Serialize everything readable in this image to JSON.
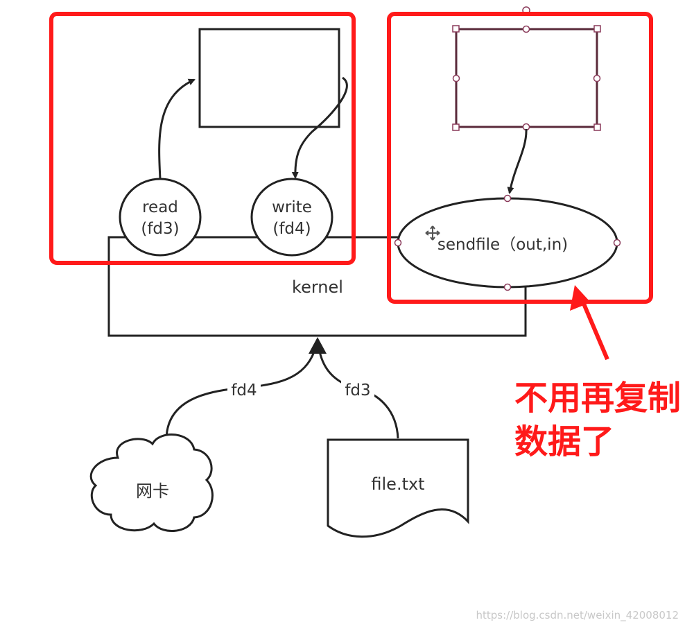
{
  "diagram": {
    "user_space_left": {
      "read_node": {
        "line1": "read",
        "line2": "(fd3)"
      },
      "write_node": {
        "line1": "write",
        "line2": "(fd4)"
      }
    },
    "kernel_label": "kernel",
    "sendfile_label": "sendfile（out,in)",
    "sources": {
      "nic": {
        "label": "网卡",
        "edge_label": "fd4"
      },
      "file": {
        "label": "file.txt",
        "edge_label": "fd3"
      }
    },
    "callout": {
      "line1": "不用再复制",
      "line2": "数据了"
    },
    "watermark": "https://blog.csdn.net/weixin_42008012",
    "colors": {
      "highlight": "#ff1a1a",
      "line": "#222222",
      "text": "#333333",
      "handle": "#8a3a5a"
    }
  }
}
